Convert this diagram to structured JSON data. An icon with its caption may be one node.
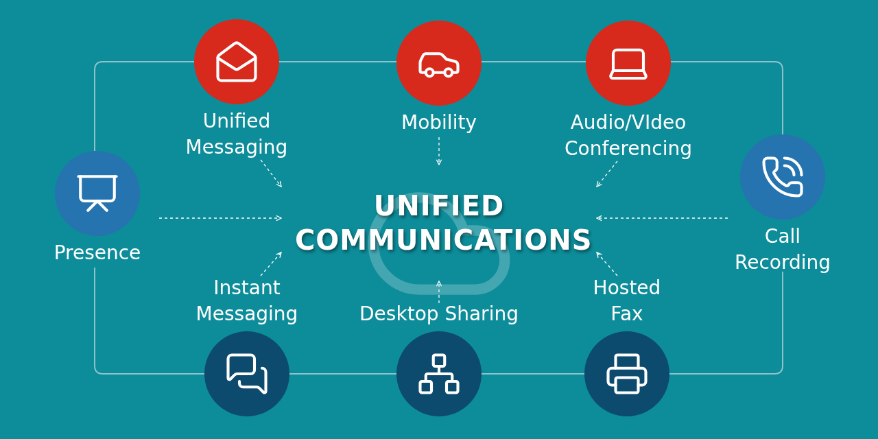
{
  "diagram": {
    "nodes": [
      {
        "text": [
          "Unified Messaging"
        ]
      },
      {
        "text": [
          "Mobility"
        ]
      },
      {
        "text": [
          "Audio/VIdeo Conferencing"
        ]
      },
      {
        "text": [
          "Presence"
        ]
      },
      {
        "text": [
          "UNIFIED COMMUNICATIONS"
        ]
      },
      {
        "text": [
          "Call Recording"
        ]
      },
      {
        "text": [
          "Instant Messaging"
        ]
      },
      {
        "text": [
          "Desktop Sharing"
        ]
      },
      {
        "text": [
          "Hosted Fax"
        ]
      }
    ],
    "edges": [
      {
        "from": 0,
        "to": 4,
        "arrow": "to",
        "style": "dashed"
      },
      {
        "from": 1,
        "to": 4,
        "arrow": "to",
        "style": "dashed"
      },
      {
        "from": 2,
        "to": 4,
        "arrow": "to",
        "style": "dashed"
      },
      {
        "from": 3,
        "to": 4,
        "arrow": "to",
        "style": "dashed"
      },
      {
        "from": 5,
        "to": 4,
        "arrow": "to",
        "style": "dashed"
      },
      {
        "from": 6,
        "to": 4,
        "arrow": "to",
        "style": "dashed"
      },
      {
        "from": 7,
        "to": 4,
        "arrow": "to",
        "style": "dashed"
      },
      {
        "from": 8,
        "to": 4,
        "arrow": "to",
        "style": "dashed"
      },
      {
        "from": 0,
        "to": 1,
        "arrow": "none",
        "color": "#8fc3cc"
      },
      {
        "from": 1,
        "to": 2,
        "arrow": "none",
        "color": "#8fc3cc"
      },
      {
        "from": 2,
        "to": 5,
        "arrow": "none",
        "color": "#8fc3cc"
      },
      {
        "from": 5,
        "to": 8,
        "arrow": "none",
        "color": "#8fc3cc"
      },
      {
        "from": 8,
        "to": 7,
        "arrow": "none",
        "color": "#8fc3cc"
      },
      {
        "from": 7,
        "to": 6,
        "arrow": "none",
        "color": "#8fc3cc"
      },
      {
        "from": 6,
        "to": 3,
        "arrow": "none",
        "color": "#8fc3cc"
      },
      {
        "from": 3,
        "to": 0,
        "arrow": "none",
        "color": "#8fc3cc"
      }
    ]
  }
}
